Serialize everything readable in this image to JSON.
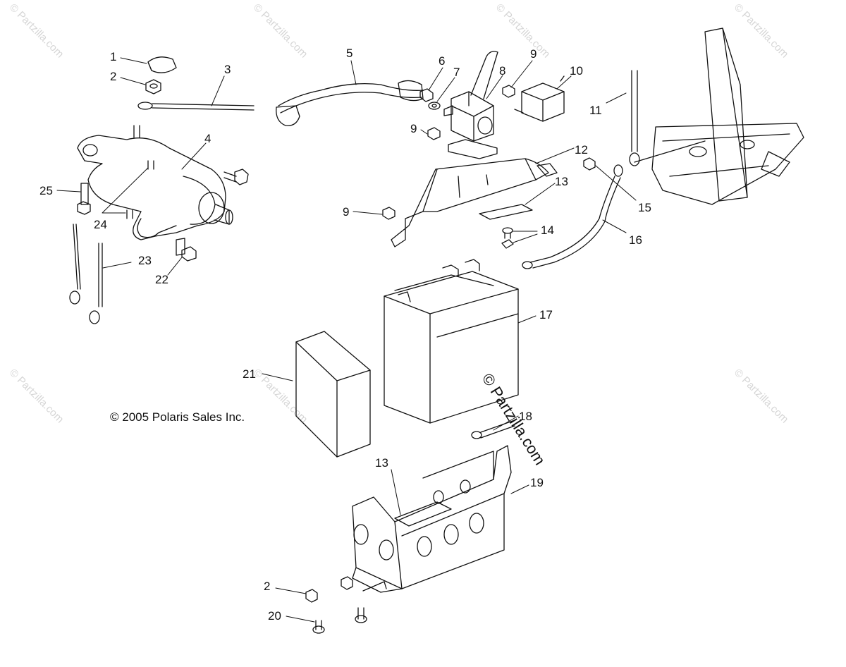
{
  "copyright": "© 2005 Polaris Sales Inc.",
  "watermark": {
    "corner_text": "© Partzilla.com",
    "center_text": "© Partzilla.com"
  },
  "callouts": [
    {
      "num": "1"
    },
    {
      "num": "2"
    },
    {
      "num": "3"
    },
    {
      "num": "4"
    },
    {
      "num": "5"
    },
    {
      "num": "6"
    },
    {
      "num": "7"
    },
    {
      "num": "8"
    },
    {
      "num": "9"
    },
    {
      "num": "10"
    },
    {
      "num": "11"
    },
    {
      "num": "9"
    },
    {
      "num": "12"
    },
    {
      "num": "13"
    },
    {
      "num": "9"
    },
    {
      "num": "14"
    },
    {
      "num": "15"
    },
    {
      "num": "16"
    },
    {
      "num": "17"
    },
    {
      "num": "18"
    },
    {
      "num": "21"
    },
    {
      "num": "13"
    },
    {
      "num": "19"
    },
    {
      "num": "25"
    },
    {
      "num": "24"
    },
    {
      "num": "23"
    },
    {
      "num": "22"
    },
    {
      "num": "2"
    },
    {
      "num": "20"
    }
  ],
  "colors": {
    "line": "#111111",
    "watermark": "#d6d6d6",
    "background": "#ffffff"
  }
}
